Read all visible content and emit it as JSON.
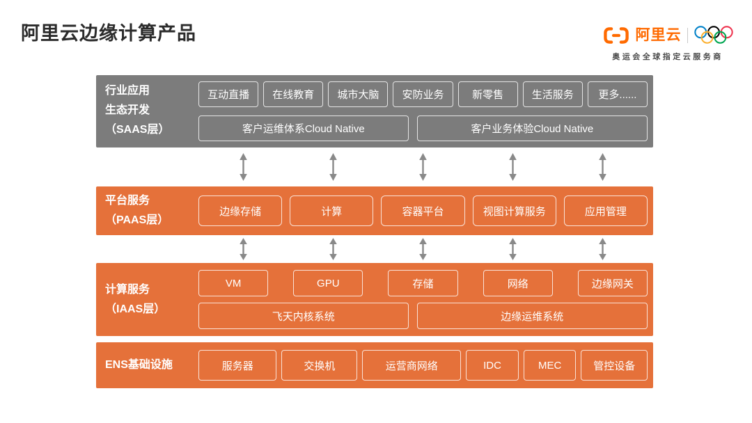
{
  "page": {
    "title": "阿里云边缘计算产品"
  },
  "logo": {
    "brand": "阿里云",
    "tagline": "奥运会全球指定云服务商",
    "icons": {
      "brand_icon": "alibaba-cloud-bracket-icon",
      "rings_icon": "olympic-rings-icon"
    },
    "colors": {
      "brand_orange": "#FF6A00",
      "ring_blue": "#0081C8",
      "ring_black": "#000000",
      "ring_red": "#EE334E",
      "ring_yellow": "#FCB131",
      "ring_green": "#00A651"
    }
  },
  "diagram": {
    "colors": {
      "saas_background": "#7c7c7c",
      "orange_background": "#e5713a",
      "box_border": "#ffffff",
      "arrow_gray": "#898989"
    },
    "icons": {
      "arrow_icon": "double-arrow-icon"
    },
    "saas": {
      "label_lines": [
        "行业应用",
        "生态开发",
        "（SAAS层）"
      ],
      "apps": [
        "互动直播",
        "在线教育",
        "城市大脑",
        "安防业务",
        "新零售",
        "生活服务",
        "更多......"
      ],
      "platforms": [
        "客户运维体系Cloud Native",
        "客户业务体验Cloud Native"
      ]
    },
    "paas": {
      "label_lines": [
        "平台服务",
        "（PAAS层）"
      ],
      "services": [
        "边缘存储",
        "计算",
        "容器平台",
        "视图计算服务",
        "应用管理"
      ]
    },
    "iaas": {
      "label_lines": [
        "计算服务",
        "（IAAS层）"
      ],
      "resources": [
        "VM",
        "GPU",
        "存储",
        "网络",
        "边缘网关"
      ],
      "systems": [
        "飞天内核系统",
        "边缘运维系统"
      ]
    },
    "ens": {
      "label_lines": [
        "ENS基础设施"
      ],
      "items": [
        "服务器",
        "交换机",
        "运营商网络",
        "IDC",
        "MEC",
        "管控设备"
      ]
    }
  }
}
